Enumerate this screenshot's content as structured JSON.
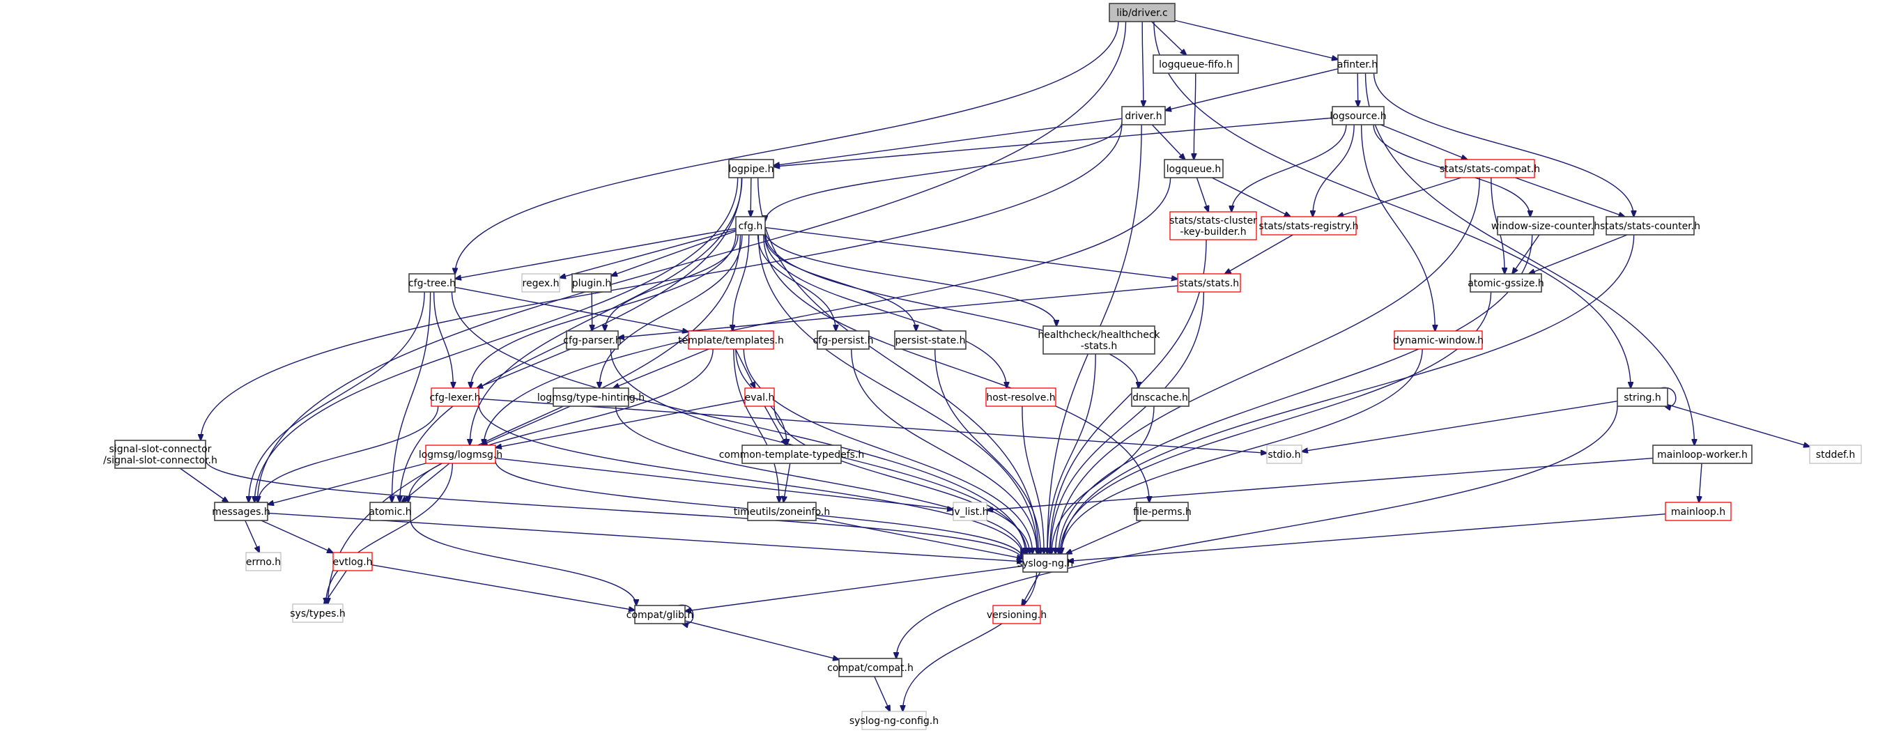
{
  "title": "lib/driver.c include dependency graph",
  "colors": {
    "root_fill": "#bfbfbf",
    "root_border": "#404040",
    "normal_border": "#404040",
    "red_border": "#ff0000",
    "grey_border": "#bfbfbf",
    "edge": "#191970"
  },
  "nodes": [
    {
      "id": "driver_c",
      "label": "lib/driver.c",
      "style": "root"
    },
    {
      "id": "logqueue_fifo",
      "label": "logqueue-fifo.h",
      "style": "normal"
    },
    {
      "id": "afinter",
      "label": "afinter.h",
      "style": "normal"
    },
    {
      "id": "driver_h",
      "label": "driver.h",
      "style": "normal"
    },
    {
      "id": "logsource",
      "label": "logsource.h",
      "style": "normal"
    },
    {
      "id": "logpipe",
      "label": "logpipe.h",
      "style": "normal"
    },
    {
      "id": "logqueue",
      "label": "logqueue.h",
      "style": "normal"
    },
    {
      "id": "stats_compat",
      "label": "stats/stats-compat.h",
      "style": "red"
    },
    {
      "id": "cfg",
      "label": "cfg.h",
      "style": "normal"
    },
    {
      "id": "stats_ckb",
      "label": "stats/stats-cluster\n-key-builder.h",
      "style": "red"
    },
    {
      "id": "stats_registry",
      "label": "stats/stats-registry.h",
      "style": "red"
    },
    {
      "id": "wsc",
      "label": "window-size-counter.h",
      "style": "normal"
    },
    {
      "id": "stats_counter",
      "label": "stats/stats-counter.h",
      "style": "normal"
    },
    {
      "id": "cfg_tree",
      "label": "cfg-tree.h",
      "style": "normal"
    },
    {
      "id": "regex",
      "label": "regex.h",
      "style": "grey"
    },
    {
      "id": "plugin",
      "label": "plugin.h",
      "style": "normal"
    },
    {
      "id": "stats",
      "label": "stats/stats.h",
      "style": "red"
    },
    {
      "id": "atomic_gssize",
      "label": "atomic-gssize.h",
      "style": "normal"
    },
    {
      "id": "cfg_parser",
      "label": "cfg-parser.h",
      "style": "normal"
    },
    {
      "id": "templates",
      "label": "template/templates.h",
      "style": "red"
    },
    {
      "id": "cfg_persist",
      "label": "cfg-persist.h",
      "style": "normal"
    },
    {
      "id": "persist_state",
      "label": "persist-state.h",
      "style": "normal"
    },
    {
      "id": "healthcheck",
      "label": "healthcheck/healthcheck\n-stats.h",
      "style": "normal"
    },
    {
      "id": "dynamic_window",
      "label": "dynamic-window.h",
      "style": "red"
    },
    {
      "id": "string",
      "label": "string.h",
      "style": "normal"
    },
    {
      "id": "cfg_lexer",
      "label": "cfg-lexer.h",
      "style": "red"
    },
    {
      "id": "type_hinting",
      "label": "logmsg/type-hinting.h",
      "style": "normal"
    },
    {
      "id": "eval",
      "label": "eval.h",
      "style": "red"
    },
    {
      "id": "host_resolve",
      "label": "host-resolve.h",
      "style": "red"
    },
    {
      "id": "dnscache",
      "label": "dnscache.h",
      "style": "normal"
    },
    {
      "id": "ssc",
      "label": "signal-slot-connector\n/signal-slot-connector.h",
      "style": "normal"
    },
    {
      "id": "logmsg",
      "label": "logmsg/logmsg.h",
      "style": "red"
    },
    {
      "id": "ctt",
      "label": "common-template-typedefs.h",
      "style": "normal"
    },
    {
      "id": "stdio",
      "label": "stdio.h",
      "style": "grey"
    },
    {
      "id": "stddef",
      "label": "stddef.h",
      "style": "grey"
    },
    {
      "id": "mainloop_worker",
      "label": "mainloop-worker.h",
      "style": "normal"
    },
    {
      "id": "messages",
      "label": "messages.h",
      "style": "normal"
    },
    {
      "id": "atomic",
      "label": "atomic.h",
      "style": "normal"
    },
    {
      "id": "zoneinfo",
      "label": "timeutils/zoneinfo.h",
      "style": "normal"
    },
    {
      "id": "iv_list",
      "label": "iv_list.h",
      "style": "grey"
    },
    {
      "id": "file_perms",
      "label": "file-perms.h",
      "style": "normal"
    },
    {
      "id": "mainloop",
      "label": "mainloop.h",
      "style": "red"
    },
    {
      "id": "errno",
      "label": "errno.h",
      "style": "grey"
    },
    {
      "id": "evtlog",
      "label": "evtlog.h",
      "style": "red"
    },
    {
      "id": "syslog_ng",
      "label": "syslog-ng.h",
      "style": "normal"
    },
    {
      "id": "sys_types",
      "label": "sys/types.h",
      "style": "grey"
    },
    {
      "id": "glib",
      "label": "compat/glib.h",
      "style": "normal"
    },
    {
      "id": "versioning",
      "label": "versioning.h",
      "style": "red"
    },
    {
      "id": "compat",
      "label": "compat/compat.h",
      "style": "normal"
    },
    {
      "id": "config",
      "label": "syslog-ng-config.h",
      "style": "grey"
    }
  ],
  "edges": [
    [
      "driver_c",
      "logqueue_fifo"
    ],
    [
      "driver_c",
      "afinter"
    ],
    [
      "driver_c",
      "driver_h"
    ],
    [
      "driver_c",
      "messages"
    ],
    [
      "driver_c",
      "cfg_tree"
    ],
    [
      "driver_c",
      "string"
    ],
    [
      "logqueue_fifo",
      "logqueue"
    ],
    [
      "afinter",
      "driver_h"
    ],
    [
      "afinter",
      "logsource"
    ],
    [
      "afinter",
      "stats_counter"
    ],
    [
      "afinter",
      "mainloop_worker"
    ],
    [
      "driver_h",
      "logpipe"
    ],
    [
      "driver_h",
      "logqueue"
    ],
    [
      "driver_h",
      "cfg"
    ],
    [
      "driver_h",
      "ssc"
    ],
    [
      "driver_h",
      "syslog_ng"
    ],
    [
      "logsource",
      "logpipe"
    ],
    [
      "logsource",
      "stats_ckb"
    ],
    [
      "logsource",
      "stats_registry"
    ],
    [
      "logsource",
      "stats_compat"
    ],
    [
      "logsource",
      "wsc"
    ],
    [
      "logsource",
      "dynamic_window"
    ],
    [
      "logpipe",
      "cfg"
    ],
    [
      "logpipe",
      "logmsg"
    ],
    [
      "logpipe",
      "messages"
    ],
    [
      "logpipe",
      "atomic"
    ],
    [
      "logpipe",
      "syslog_ng"
    ],
    [
      "logqueue",
      "stats_ckb"
    ],
    [
      "logqueue",
      "stats_registry"
    ],
    [
      "logqueue",
      "logmsg"
    ],
    [
      "stats_compat",
      "stats_registry"
    ],
    [
      "stats_compat",
      "stats_counter"
    ],
    [
      "stats_compat",
      "atomic_gssize"
    ],
    [
      "stats_compat",
      "syslog_ng"
    ],
    [
      "stats_registry",
      "stats"
    ],
    [
      "stats_ckb",
      "syslog_ng"
    ],
    [
      "wsc",
      "atomic_gssize"
    ],
    [
      "wsc",
      "syslog_ng"
    ],
    [
      "stats_counter",
      "atomic_gssize"
    ],
    [
      "stats_counter",
      "syslog_ng"
    ],
    [
      "cfg",
      "cfg_tree"
    ],
    [
      "cfg",
      "regex"
    ],
    [
      "cfg",
      "plugin"
    ],
    [
      "cfg",
      "stats"
    ],
    [
      "cfg",
      "cfg_parser"
    ],
    [
      "cfg",
      "templates"
    ],
    [
      "cfg",
      "cfg_persist"
    ],
    [
      "cfg",
      "persist_state"
    ],
    [
      "cfg",
      "healthcheck"
    ],
    [
      "cfg",
      "host_resolve"
    ],
    [
      "cfg",
      "dnscache"
    ],
    [
      "cfg",
      "file_perms"
    ],
    [
      "cfg",
      "cfg_lexer"
    ],
    [
      "cfg",
      "type_hinting"
    ],
    [
      "cfg",
      "sys_types"
    ],
    [
      "cfg",
      "syslog_ng"
    ],
    [
      "cfg_tree",
      "templates"
    ],
    [
      "cfg_tree",
      "cfg_lexer"
    ],
    [
      "cfg_tree",
      "messages"
    ],
    [
      "cfg_tree",
      "atomic"
    ],
    [
      "cfg_tree",
      "syslog_ng"
    ],
    [
      "plugin",
      "cfg_parser"
    ],
    [
      "stats",
      "cfg_parser"
    ],
    [
      "stats",
      "syslog_ng"
    ],
    [
      "atomic_gssize",
      "syslog_ng"
    ],
    [
      "cfg_parser",
      "cfg_lexer"
    ],
    [
      "cfg_parser",
      "syslog_ng"
    ],
    [
      "templates",
      "type_hinting"
    ],
    [
      "templates",
      "eval"
    ],
    [
      "templates",
      "ctt"
    ],
    [
      "templates",
      "zoneinfo"
    ],
    [
      "templates",
      "atomic"
    ],
    [
      "templates",
      "syslog_ng"
    ],
    [
      "cfg_persist",
      "syslog_ng"
    ],
    [
      "persist_state",
      "syslog_ng"
    ],
    [
      "healthcheck",
      "syslog_ng"
    ],
    [
      "host_resolve",
      "syslog_ng"
    ],
    [
      "dnscache",
      "syslog_ng"
    ],
    [
      "dynamic_window",
      "syslog_ng"
    ],
    [
      "string",
      "string"
    ],
    [
      "string",
      "stdio"
    ],
    [
      "string",
      "stddef"
    ],
    [
      "string",
      "compat"
    ],
    [
      "cfg_lexer",
      "messages"
    ],
    [
      "cfg_lexer",
      "stdio"
    ],
    [
      "cfg_lexer",
      "syslog_ng"
    ],
    [
      "type_hinting",
      "logmsg"
    ],
    [
      "type_hinting",
      "syslog_ng"
    ],
    [
      "eval",
      "logmsg"
    ],
    [
      "eval",
      "ctt"
    ],
    [
      "eval",
      "syslog_ng"
    ],
    [
      "ssc",
      "messages"
    ],
    [
      "ssc",
      "syslog_ng"
    ],
    [
      "logmsg",
      "messages"
    ],
    [
      "logmsg",
      "atomic"
    ],
    [
      "logmsg",
      "iv_list"
    ],
    [
      "logmsg",
      "sys_types"
    ],
    [
      "logmsg",
      "syslog_ng"
    ],
    [
      "ctt",
      "zoneinfo"
    ],
    [
      "mainloop_worker",
      "iv_list"
    ],
    [
      "mainloop_worker",
      "mainloop"
    ],
    [
      "messages",
      "errno"
    ],
    [
      "messages",
      "evtlog"
    ],
    [
      "messages",
      "syslog_ng"
    ],
    [
      "atomic",
      "glib"
    ],
    [
      "zoneinfo",
      "syslog_ng"
    ],
    [
      "file_perms",
      "syslog_ng"
    ],
    [
      "mainloop",
      "syslog_ng"
    ],
    [
      "evtlog",
      "sys_types"
    ],
    [
      "evtlog",
      "glib"
    ],
    [
      "syslog_ng",
      "glib"
    ],
    [
      "syslog_ng",
      "versioning"
    ],
    [
      "syslog_ng",
      "config"
    ],
    [
      "glib",
      "glib"
    ],
    [
      "glib",
      "compat"
    ],
    [
      "compat",
      "config"
    ]
  ]
}
